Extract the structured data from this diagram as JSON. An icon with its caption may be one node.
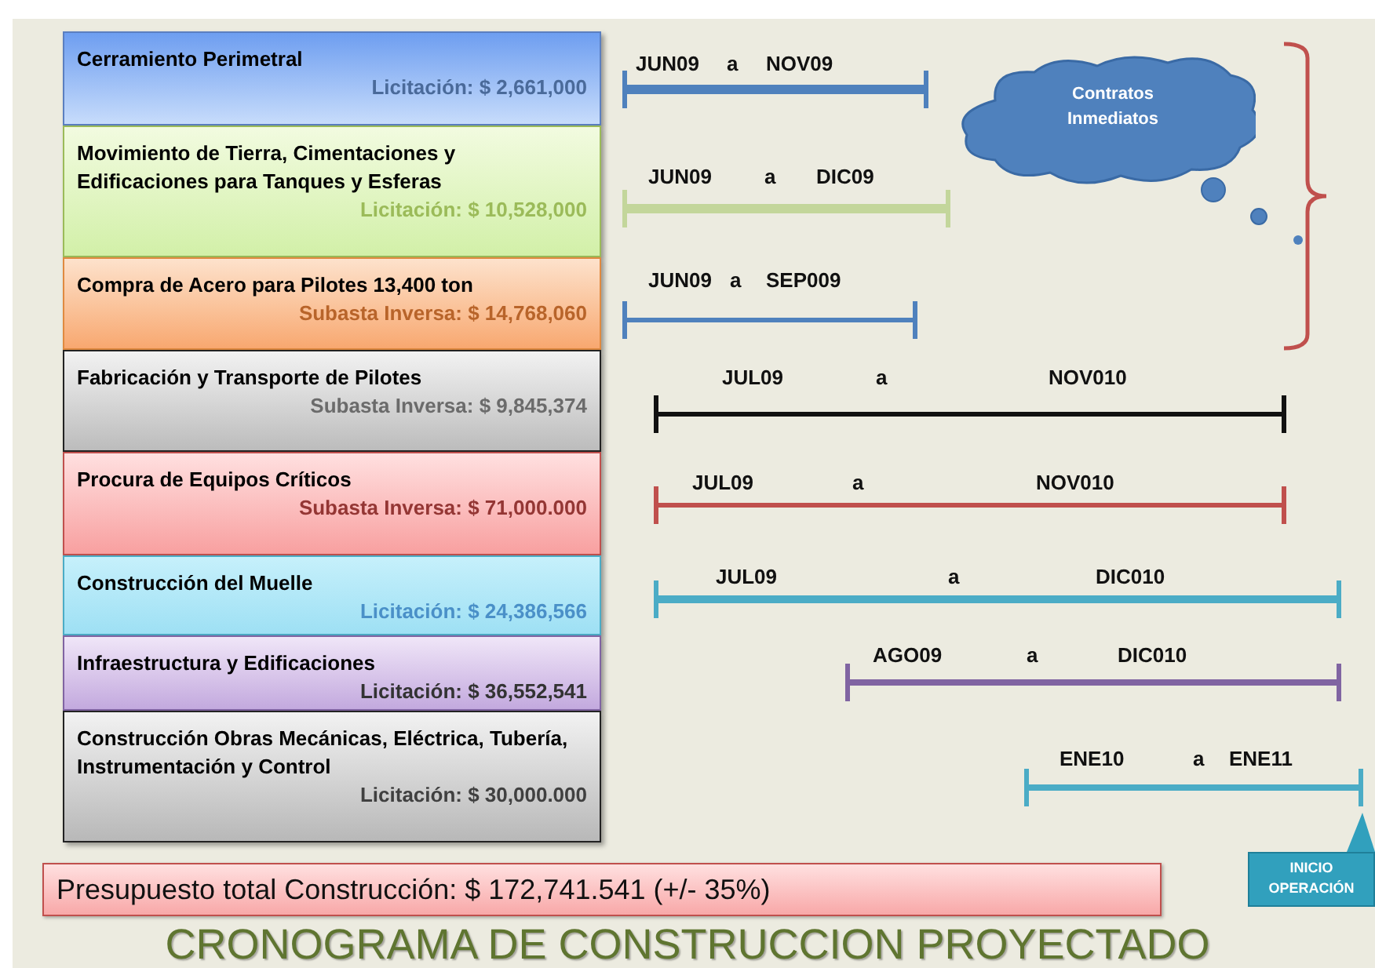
{
  "diagram": {
    "title": "CRONOGRAMA DE CONSTRUCCION PROYECTADO",
    "nodes": [
      {
        "text": [
          "Cerramiento Perimetral",
          "Licitación: $ 2,661,000"
        ]
      },
      {
        "text": [
          "Movimiento de Tierra, Cimentaciones  y Edificaciones para Tanques y Esferas",
          "Licitación: $ 10,528,000"
        ]
      },
      {
        "text": [
          "Compra de Acero para Pilotes 13,400 ton",
          "Subasta Inversa: $ 14,768,060"
        ]
      },
      {
        "text": [
          "Fabricación y Transporte de Pilotes",
          "Subasta Inversa: $ 9,845,374"
        ]
      },
      {
        "text": [
          "Procura de Equipos Críticos",
          "Subasta Inversa: $ 71,000.000"
        ]
      },
      {
        "text": [
          "Construcción del Muelle",
          "Licitación: $ 24,386,566"
        ]
      },
      {
        "text": [
          "Infraestructura y Edificaciones",
          "Licitación: $ 36,552,541"
        ]
      },
      {
        "text": [
          "Construcción Obras Mecánicas, Eléctrica, Tubería, Instrumentación y Control",
          "Licitación: $ 30,000.000"
        ]
      },
      {
        "text": [
          "Contratos Inmediatos"
        ]
      },
      {
        "text": [
          "Presupuesto total Construcción: $ 172,741.541  (+/- 35%)"
        ]
      },
      {
        "text": [
          "INICIO OPERACIÓN"
        ]
      }
    ],
    "labels": [
      "JUN09",
      "a",
      "NOV09",
      "JUN09",
      "a",
      "DIC09",
      "JUN09",
      "a",
      "SEP009",
      "JUL09",
      "a",
      "NOV010",
      "JUL09",
      "a",
      "NOV010",
      "JUL09",
      "a",
      "DIC010",
      "AGO09",
      "a",
      "DIC010",
      "ENE10",
      "a",
      "ENE11"
    ]
  }
}
